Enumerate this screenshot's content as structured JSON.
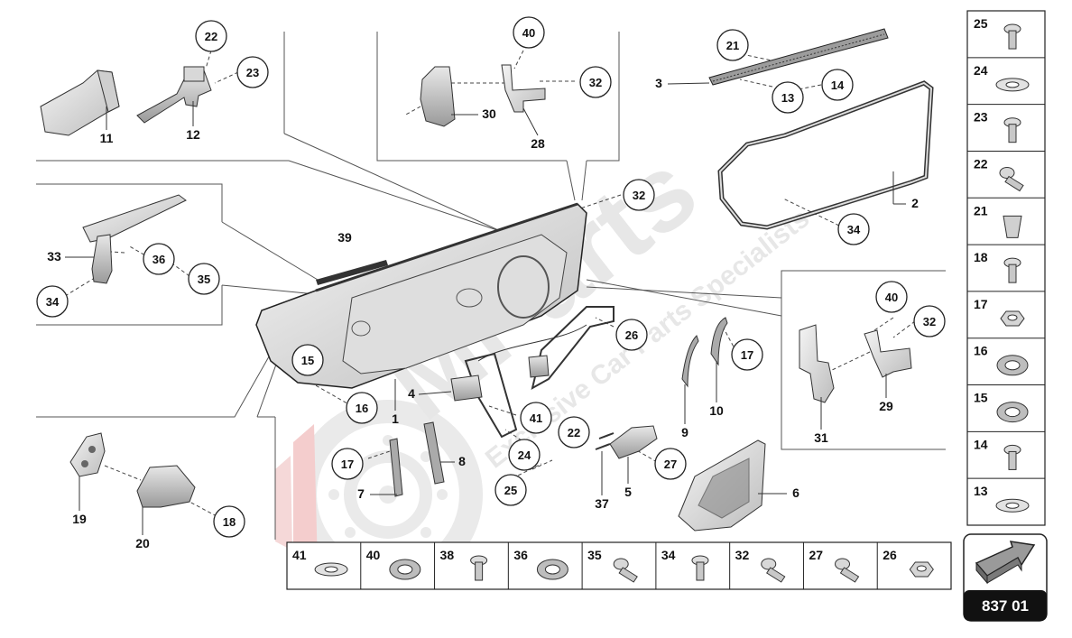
{
  "diagram": {
    "page_code": "837 01",
    "watermark": {
      "brand": "MParts",
      "tagline": "Exclusive Car Parts Specialists"
    },
    "callouts": {
      "c22a": "22",
      "c23": "23",
      "c40a": "40",
      "c32a": "32",
      "c21": "21",
      "c14": "14",
      "c13": "13",
      "c32b": "32",
      "c34a": "34",
      "c36": "36",
      "c35": "35",
      "c34b": "34",
      "c15": "15",
      "c16": "16",
      "c26": "26",
      "c17a": "17",
      "c40b": "40",
      "c32c": "32",
      "c41": "41",
      "c22b": "22",
      "c24": "24",
      "c25": "25",
      "c17b": "17",
      "c27": "27",
      "c18": "18"
    },
    "labels": {
      "l11": "11",
      "l12": "12",
      "l30": "30",
      "l28": "28",
      "l3": "3",
      "l2": "2",
      "l39": "39",
      "l33": "33",
      "l4": "4",
      "l1": "1",
      "l9": "9",
      "l10": "10",
      "l31": "31",
      "l29": "29",
      "l8": "8",
      "l7": "7",
      "l37": "37",
      "l5": "5",
      "l6": "6",
      "l19": "19",
      "l20": "20"
    },
    "hardware_column": [
      "25",
      "24",
      "23",
      "22",
      "21",
      "18",
      "17",
      "16",
      "15",
      "14",
      "13"
    ],
    "hardware_row": [
      "41",
      "40",
      "38",
      "36",
      "35",
      "34",
      "32",
      "27",
      "26"
    ]
  }
}
